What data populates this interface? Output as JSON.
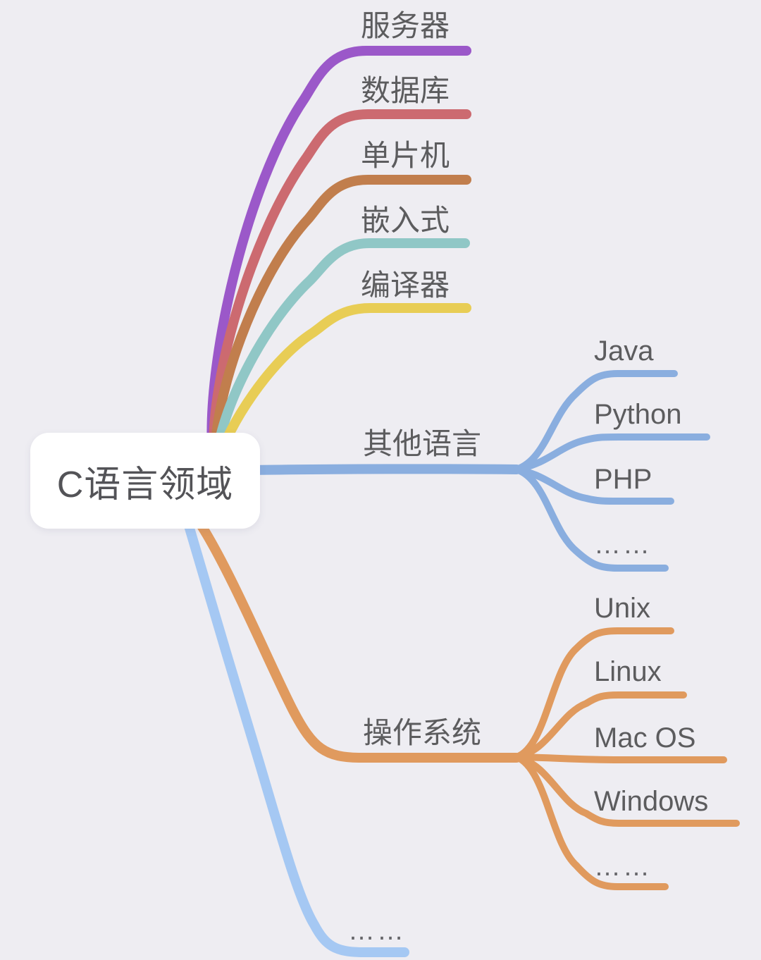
{
  "canvas": {
    "background": "#EEEDF2",
    "text_color": "#5C5C5E"
  },
  "root": {
    "label": "C语言领域"
  },
  "branches": [
    {
      "id": "server",
      "label": "服务器",
      "color": "#9B58C9"
    },
    {
      "id": "database",
      "label": "数据库",
      "color": "#CC6A70"
    },
    {
      "id": "microcontroller",
      "label": "单片机",
      "color": "#C17E4D"
    },
    {
      "id": "embedded",
      "label": "嵌入式",
      "color": "#90C7C6"
    },
    {
      "id": "compiler",
      "label": "编译器",
      "color": "#E8CD55"
    },
    {
      "id": "other-languages",
      "label": "其他语言",
      "color": "#8AAEDF",
      "children": [
        {
          "label": "Java"
        },
        {
          "label": "Python"
        },
        {
          "label": "PHP"
        },
        {
          "label": "……"
        }
      ]
    },
    {
      "id": "operating-systems",
      "label": "操作系统",
      "color": "#E09A5E",
      "children": [
        {
          "label": "Unix"
        },
        {
          "label": "Linux"
        },
        {
          "label": "Mac OS"
        },
        {
          "label": "Windows"
        },
        {
          "label": "……"
        }
      ]
    },
    {
      "id": "more",
      "label": "……",
      "color": "#A5C8F3"
    }
  ]
}
